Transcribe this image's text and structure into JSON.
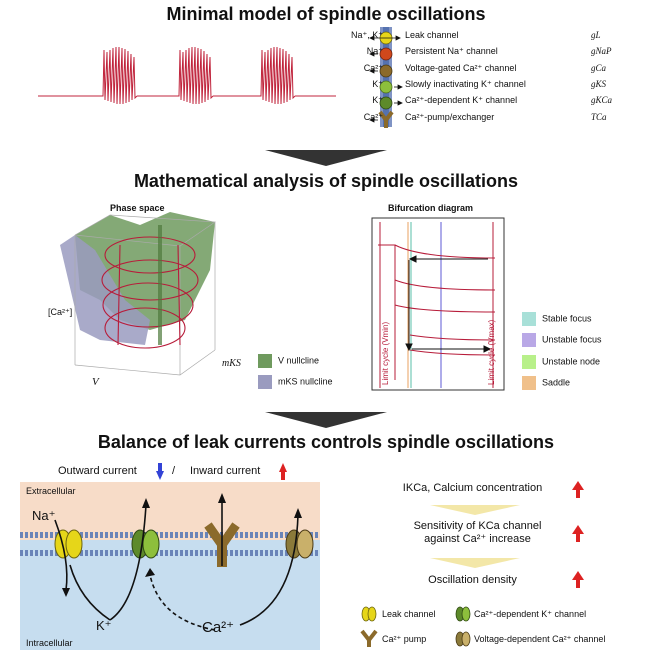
{
  "section1": {
    "title": "Minimal model of spindle oscillations",
    "channels": [
      {
        "ion": "Na⁺, K⁺",
        "name": "Leak channel",
        "symbol": "gL",
        "color": "#e6d619"
      },
      {
        "ion": "Na⁺",
        "name": "Persistent Na⁺ channel",
        "symbol": "gNaP",
        "color": "#d0481c"
      },
      {
        "ion": "Ca²⁺",
        "name": "Voltage-gated Ca²⁺ channel",
        "symbol": "gCa",
        "color": "#8b6a2b"
      },
      {
        "ion": "K⁺",
        "name": "Slowly inactivating K⁺ channel",
        "symbol": "gKS",
        "color": "#8dbf3c"
      },
      {
        "ion": "K⁺",
        "name": "Ca²⁺-dependent K⁺ channel",
        "symbol": "gKCa",
        "color": "#5d8a2a"
      },
      {
        "ion": "Ca²⁺",
        "name": "Ca²⁺-pump/exchanger",
        "symbol": "TCa",
        "color": "#8b6a2b"
      }
    ]
  },
  "section2": {
    "title": "Mathematical analysis of spindle oscillations",
    "phase_space": {
      "title": "Phase space",
      "y_label": "[Ca²⁺]",
      "x_label": "V",
      "z_label": "mKS",
      "legend": [
        {
          "label": "V nullcline",
          "color": "#6f9a5e"
        },
        {
          "label": "mKS nullcline",
          "color": "#9a9bbf"
        }
      ]
    },
    "bifurcation": {
      "title": "Bifurcation diagram",
      "label_left": "Limit cycle (Vmin)",
      "label_right": "Limit cycle (Vmax)",
      "legend": [
        {
          "label": "Stable focus",
          "color": "#a8e0d8"
        },
        {
          "label": "Unstable focus",
          "color": "#b9a8e6"
        },
        {
          "label": "Unstable node",
          "color": "#b8f08a"
        },
        {
          "label": "Saddle",
          "color": "#f0c08a"
        }
      ]
    }
  },
  "section3": {
    "title": "Balance of leak currents controls spindle oscillations",
    "outward_label": "Outward current",
    "separator": "/",
    "inward_label": "Inward current",
    "extracellular": "Extracellular",
    "intracellular": "Intracellular",
    "na_label": "Na⁺",
    "k_label": "K⁺",
    "ca_label": "Ca²⁺",
    "flow": [
      {
        "text": "IKCa, Calcium concentration"
      },
      {
        "text": "Sensitivity of KCa channel against Ca²⁺ increase"
      },
      {
        "text": "Oscillation density"
      }
    ],
    "legend": [
      {
        "label": "Leak channel",
        "color": "#e6d619"
      },
      {
        "label": "Ca²⁺-dependent K⁺ channel",
        "color": "#5d8a2a"
      },
      {
        "label": "Ca²⁺ pump",
        "color": "#8b6a2b"
      },
      {
        "label": "Voltage-dependent Ca²⁺ channel",
        "color": "#8b7a3a"
      }
    ]
  }
}
